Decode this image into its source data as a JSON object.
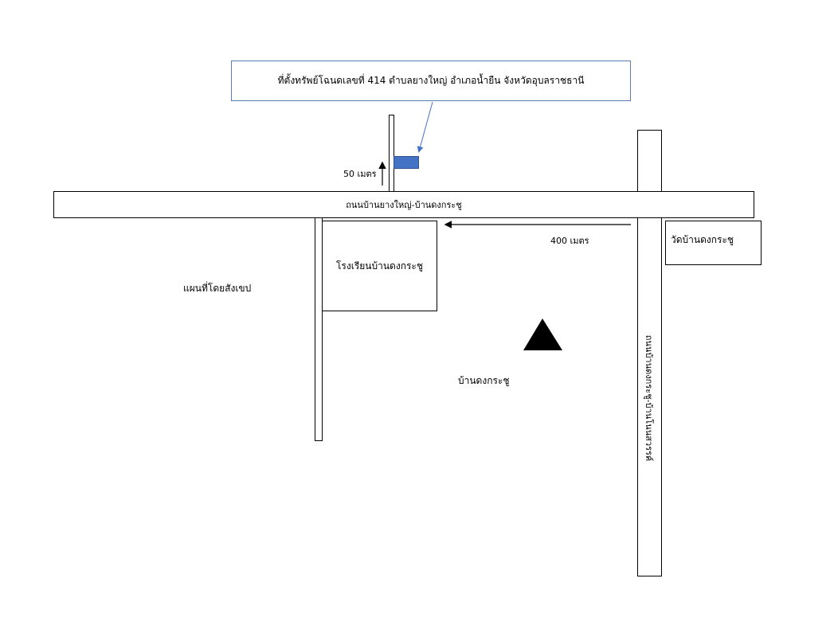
{
  "callout": {
    "text": "ที่ตั้งทรัพย์โฉนดเลขที่ 414 ตำบลยางใหญ่ อำเภอน้ำยืน จังหวัดอุบลราชธานี"
  },
  "roads": {
    "main_label": "ถนนบ้านยางใหญ่-บ้านดงกระชู",
    "vertical_label": "ถนนบ้านดงกระชู-บ้านโนนสวรรค์"
  },
  "distances": {
    "north": "50 เมตร",
    "east": "400 เมตร"
  },
  "places": {
    "school": "โรงเรียนบ้านดงกระชู",
    "temple": "วัดบ้านดงกระชู",
    "village": "บ้านดงกระชู"
  },
  "map_note": "แผนที่โดยสังเขป",
  "colors": {
    "property_marker": "#4472c4",
    "callout_border": "#5b7db5",
    "arrow": "#4472c4"
  },
  "icons": {
    "mountain": "triangle-mountain-icon"
  }
}
